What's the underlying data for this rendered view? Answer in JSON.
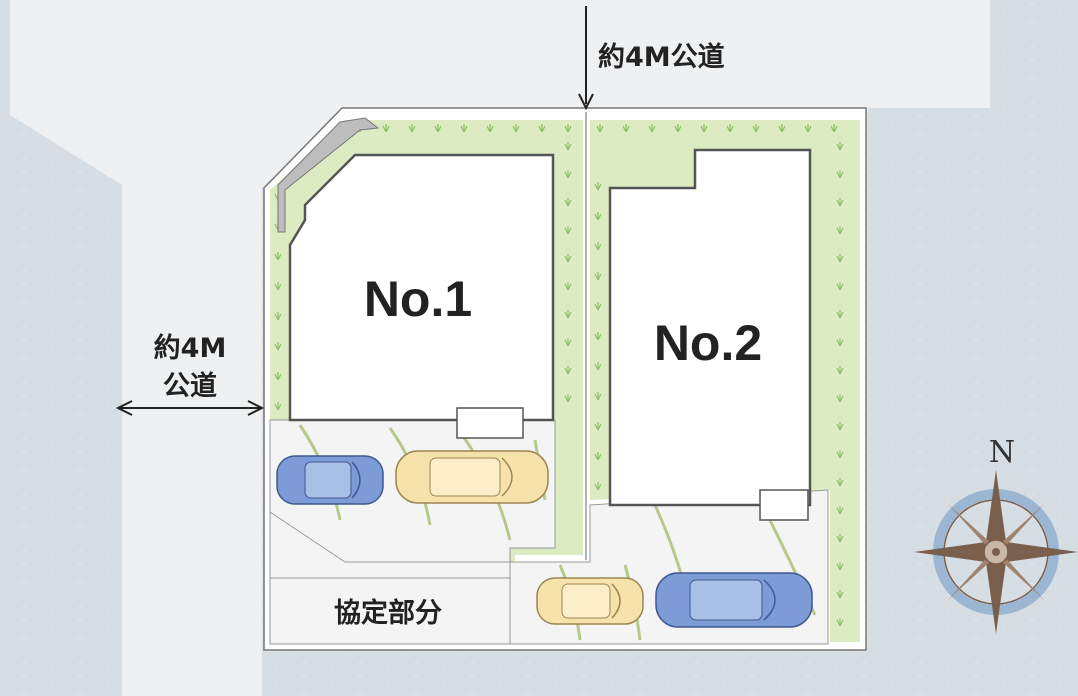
{
  "roads": {
    "north_label": "約4M公道",
    "west_label_line1": "約4M",
    "west_label_line2": "公道"
  },
  "lots": {
    "lot1_label": "No.1",
    "lot2_label": "No.2",
    "shared_area_label": "協定部分"
  },
  "compass": {
    "north_letter": "N"
  },
  "colors": {
    "background": "#d6dde3",
    "road": "#eef0f1",
    "lawn": "#dcebc2",
    "grass_tuft": "#8fbf6a",
    "building": "#ffffff",
    "building_outline": "#555555",
    "driveway": "#f4f4f4",
    "car_blue": "#7d9bd6",
    "car_yellow": "#f7e2ab",
    "parking_stripe": "#b7c98a",
    "compass_brown": "#7a5f4c",
    "compass_blue": "#9bb6d3"
  }
}
